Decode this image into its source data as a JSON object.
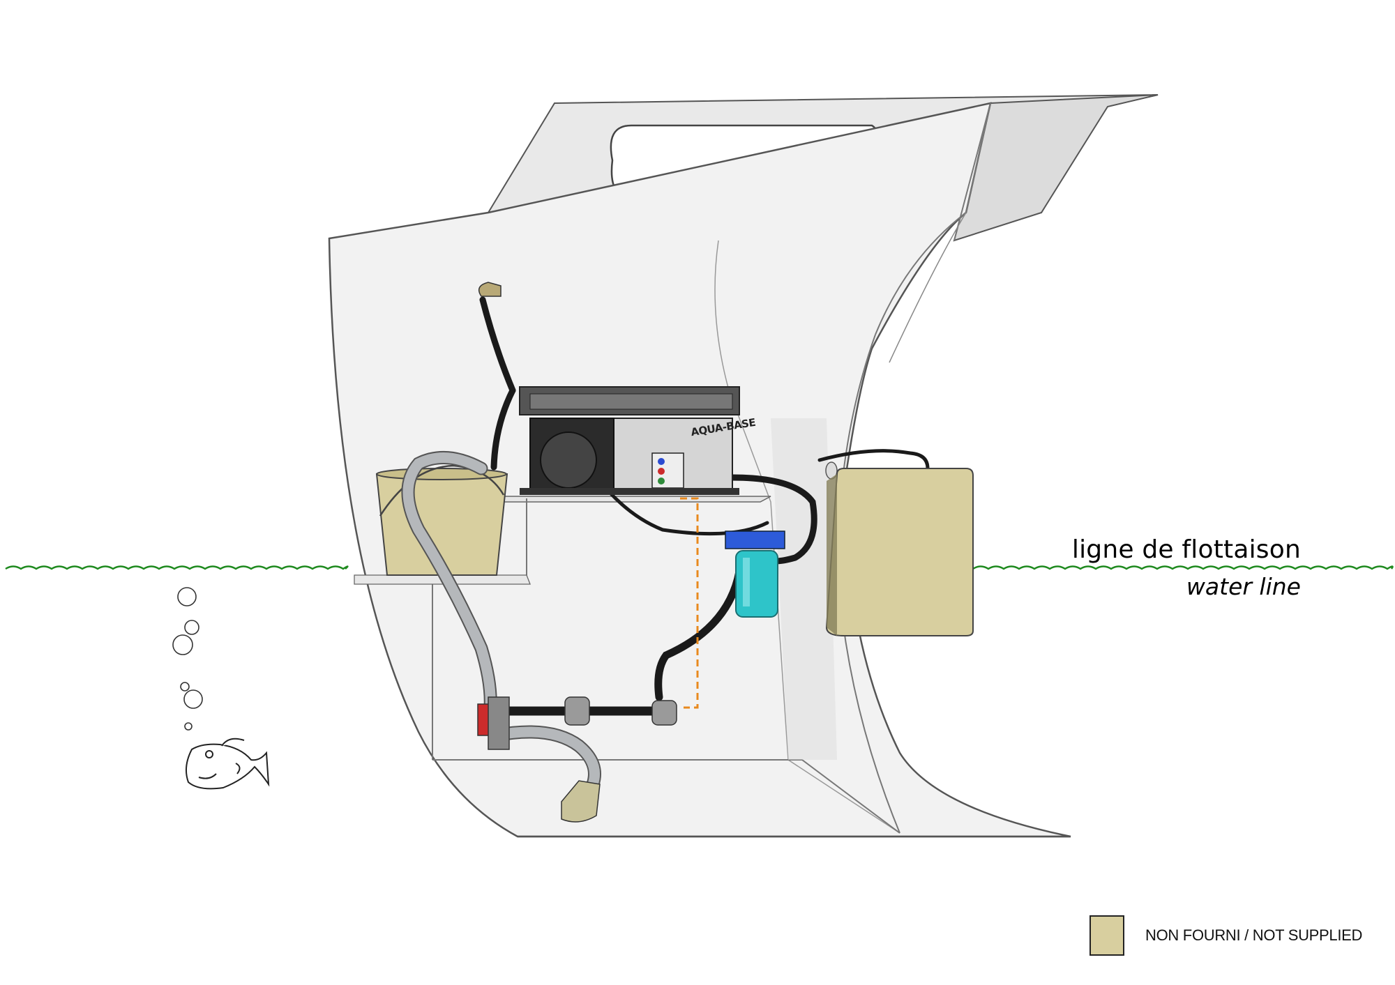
{
  "waterline": {
    "label_fr": "ligne de flottaison",
    "label_en": "water line",
    "color": "#1f8a1f"
  },
  "legend": {
    "label": "NON FOURNI / NOT SUPPLIED",
    "swatch_color": "#d8cf9f"
  },
  "unit": {
    "brand": "AQUA-BASE"
  },
  "colors": {
    "hull_fill": "#f1f1f1",
    "hull_stroke": "#555555",
    "not_supplied": "#d8cf9f",
    "hose_black": "#1a1a1a",
    "hose_grey": "#b5b8bb",
    "filter_cyan": "#2ec4c9",
    "dashed_line": "#e8891e"
  },
  "icons": [
    "fish-icon",
    "bubbles-icon",
    "watermaker-unit-icon",
    "prefilter-icon",
    "bucket-icon",
    "tank-icon",
    "valve-icon",
    "through-hull-icon"
  ]
}
